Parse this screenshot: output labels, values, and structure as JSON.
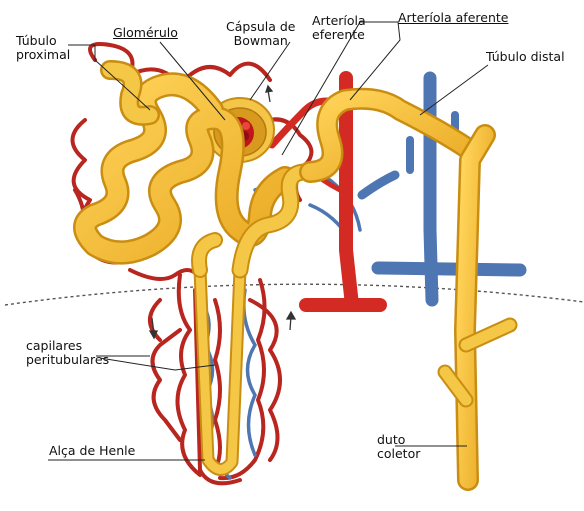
{
  "labels": {
    "tubulo_proximal": "Túbulo\nproximal",
    "glomerulo": "Glomérulo",
    "capsula_bowman": "Cápsula de\nBowman",
    "arteriola_eferente": "Arteríola\neferente",
    "arteriola_aferente": "Arteríola aferente",
    "tubulo_distal": "Túbulo distal",
    "capilares_peritubulares": "capilares\nperitubulares",
    "alca_de_henle": "Alça de Henle",
    "duto_coletor": "duto\ncoletor"
  },
  "colors": {
    "tubule": "#f2c23a",
    "tubule_edge": "#c98d12",
    "artery": "#d42a24",
    "vein": "#4e76b2",
    "capillary": "#b8261f",
    "glomerulus": "#c0151b",
    "boundary": "#555555"
  }
}
